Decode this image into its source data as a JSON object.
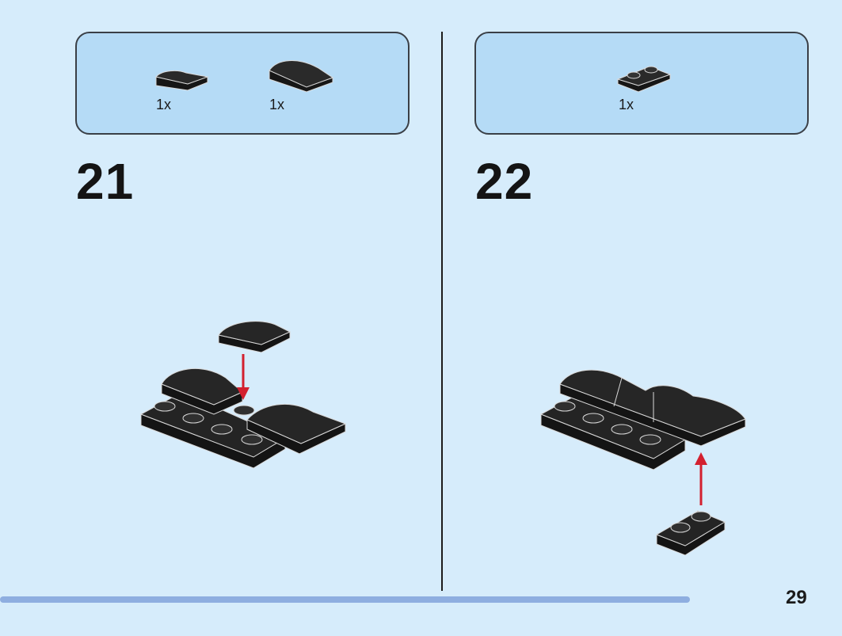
{
  "steps": [
    {
      "number": "21",
      "parts": [
        {
          "name": "curved-slope-1x2-small",
          "qty": "1x",
          "color": "#1d1d1d"
        },
        {
          "name": "curved-slope-2x2",
          "qty": "1x",
          "color": "#1d1d1d"
        }
      ]
    },
    {
      "number": "22",
      "parts": [
        {
          "name": "plate-1x2",
          "qty": "1x",
          "color": "#1d1d1d"
        }
      ]
    }
  ],
  "page": {
    "number": "29",
    "progress": 0.905
  },
  "colors": {
    "background": "#d6ecfb",
    "parts_box": "#b5dbf6",
    "arrow": "#d3202f",
    "brick": "#1d1d1d"
  }
}
